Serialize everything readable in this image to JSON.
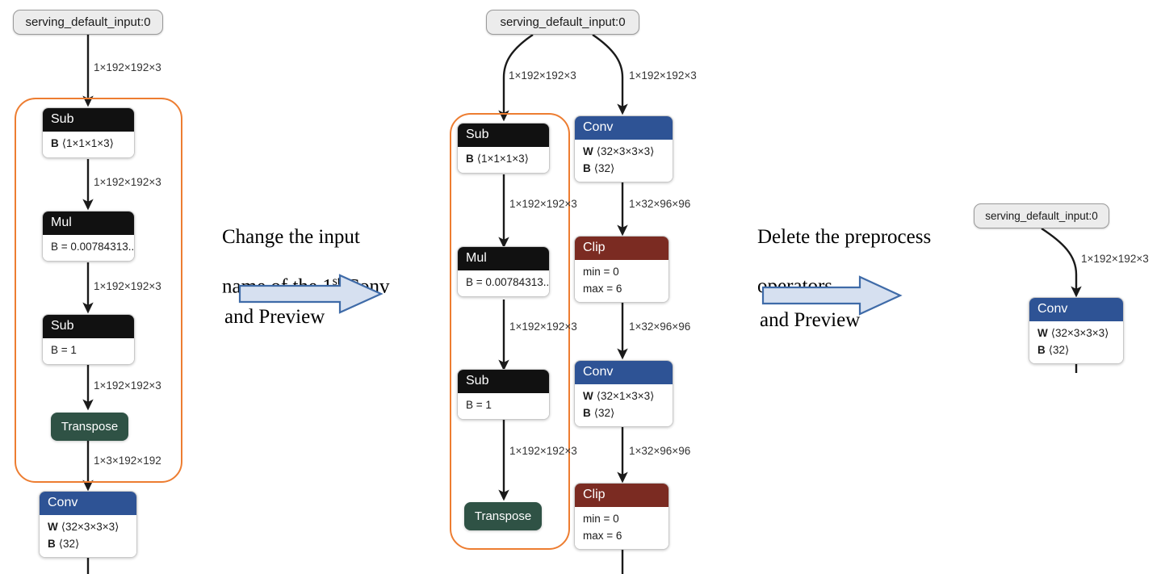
{
  "palette": {
    "conv": "#2E5395",
    "conv_dark": "#335B96",
    "clip": "#7B2B22",
    "transpose": "#2F5245",
    "black_op": "#111111",
    "group_outline": "#ED7D31",
    "io_fill": "#ECECEC",
    "arrow_fill": "#D6E0F0",
    "arrow_stroke": "#3F6BA8",
    "edge": "#1a1a1a",
    "label_text": "#333333"
  },
  "stage1": {
    "name": "original-graph",
    "input": {
      "label": "serving_default_input:0"
    },
    "edges": {
      "in_to_sub": "1×192×192×3",
      "sub_to_mul": "1×192×192×3",
      "mul_to_sub2": "1×192×192×3",
      "sub2_to_transpose": "1×192×192×3",
      "transpose_to_conv": "1×3×192×192"
    },
    "nodes": {
      "sub1": {
        "title": "Sub",
        "rows": [
          "B ⟨1×1×1×3⟩"
        ]
      },
      "mul": {
        "title": "Mul",
        "rows": [
          "B = 0.00784313..."
        ]
      },
      "sub2": {
        "title": "Sub",
        "rows": [
          "B = 1"
        ]
      },
      "transpose": {
        "title": "Transpose"
      },
      "conv": {
        "title": "Conv",
        "rows": [
          "W ⟨32×3×3×3⟩",
          "B ⟨32⟩"
        ]
      }
    }
  },
  "annotation1": {
    "line1": "Change the input",
    "line2_pre": "name of the 1",
    "line2_sup": "st",
    "line2_post": " Conv",
    "arrow_name": "right-block-arrow",
    "footer": "and Preview"
  },
  "stage2": {
    "name": "previewed-graph",
    "input": {
      "label": "serving_default_input:0"
    },
    "edges": {
      "in_to_sub": "1×192×192×3",
      "in_to_conv": "1×192×192×3",
      "sub_to_mul": "1×192×192×3",
      "mul_to_sub2": "1×192×192×3",
      "sub2_to_transpose": "1×192×192×3",
      "conv1_to_clip1": "1×32×96×96",
      "clip1_to_conv2": "1×32×96×96",
      "conv2_to_clip2": "1×32×96×96"
    },
    "nodes": {
      "sub1": {
        "title": "Sub",
        "rows": [
          "B ⟨1×1×1×3⟩"
        ]
      },
      "mul": {
        "title": "Mul",
        "rows": [
          "B = 0.00784313..."
        ]
      },
      "sub2": {
        "title": "Sub",
        "rows": [
          "B = 1"
        ]
      },
      "transpose": {
        "title": "Transpose"
      },
      "conv1": {
        "title": "Conv",
        "rows": [
          "W ⟨32×3×3×3⟩",
          "B ⟨32⟩"
        ]
      },
      "clip1": {
        "title": "Clip",
        "rows": [
          "min = 0",
          "max = 6"
        ]
      },
      "conv2": {
        "title": "Conv",
        "rows": [
          "W ⟨32×1×3×3⟩",
          "B ⟨32⟩"
        ]
      },
      "clip2": {
        "title": "Clip",
        "rows": [
          "min = 0",
          "max = 6"
        ]
      }
    }
  },
  "annotation2": {
    "line1": "Delete the preprocess",
    "line2": "operators",
    "arrow_name": "right-block-arrow",
    "footer": "and Preview"
  },
  "stage3": {
    "name": "cleaned-graph",
    "input": {
      "label": "serving_default_input:0"
    },
    "edges": {
      "in_to_conv": "1×192×192×3"
    },
    "nodes": {
      "conv": {
        "title": "Conv",
        "rows": [
          "W ⟨32×3×3×3⟩",
          "B ⟨32⟩"
        ]
      }
    }
  }
}
